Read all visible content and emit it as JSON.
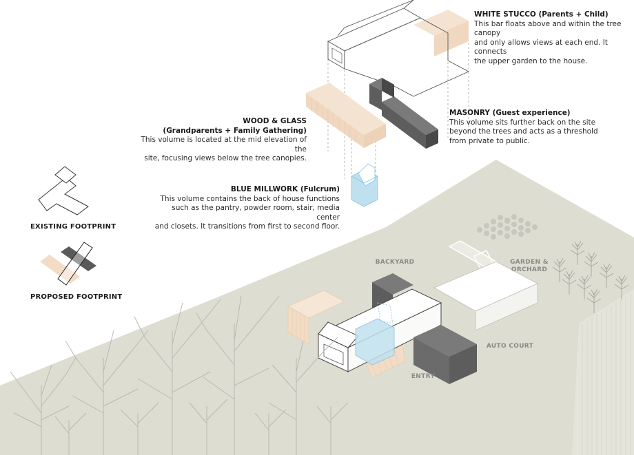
{
  "annotations": {
    "white_stucco": {
      "title": "WHITE STUCCO (Parents + Child)",
      "lines": [
        "This bar floats above and within the tree canopy",
        "and only allows views at each end. It connects",
        "the upper garden to the house."
      ]
    },
    "wood_glass": {
      "title": "WOOD & GLASS",
      "subtitle": "(Grandparents + Family Gathering)",
      "lines": [
        "This volume is located at the mid elevation of the",
        "site, focusing views below the tree canopies."
      ]
    },
    "masonry": {
      "title": "MASONRY (Guest experience)",
      "lines": [
        "This volume sits further back on the site",
        "beyond the trees and acts as a threshold",
        "from private to public."
      ]
    },
    "blue_millwork": {
      "title": "BLUE MILLWORK (Fulcrum)",
      "lines": [
        "This volume contains the back of house functions",
        "such as the pantry, powder room, stair, media center",
        "and closets. It transitions from first to second floor."
      ]
    }
  },
  "legend": {
    "existing": "EXISTING FOOTPRINT",
    "proposed": "PROPOSED FOOTPRINT"
  },
  "site_labels": {
    "backyard": "BACKYARD",
    "garden_line1": "GARDEN &",
    "garden_line2": "ORCHARD",
    "auto_court": "AUTO COURT",
    "entry": "ENTRY"
  },
  "colors": {
    "site_fill": "#deddd2",
    "wood": "#f2dcc6",
    "masonry_top": "#7a7a7a",
    "masonry_side": "#5a5a5a",
    "blue": "#bfe0ef",
    "stucco": "#ffffff",
    "tree_stroke": "#b9b9b3"
  }
}
